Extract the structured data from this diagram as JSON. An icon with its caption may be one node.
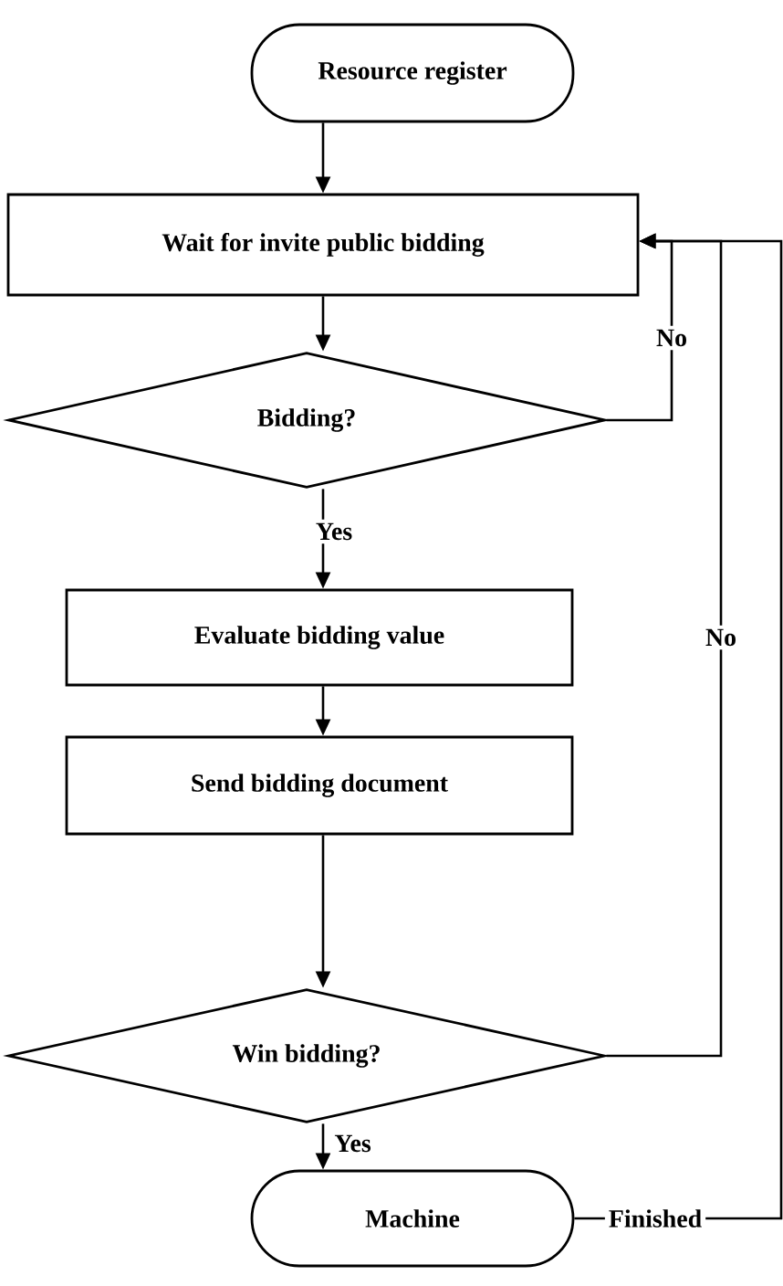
{
  "diagram": {
    "nodes": [
      {
        "text": [
          "Resource register"
        ]
      },
      {
        "text": [
          "Wait for invite public bidding"
        ]
      },
      {
        "text": [
          "Bidding?"
        ]
      },
      {
        "text": [
          "Evaluate bidding value"
        ]
      },
      {
        "text": [
          "Send bidding document"
        ]
      },
      {
        "text": [
          "Win bidding?"
        ]
      },
      {
        "text": [
          "Machine"
        ]
      }
    ],
    "edges": [
      {
        "from": 0,
        "to": 1,
        "arrow": "to"
      },
      {
        "from": 1,
        "to": 2,
        "arrow": "to"
      },
      {
        "from": 2,
        "to": 1,
        "arrow": "to",
        "label": "No"
      },
      {
        "from": 2,
        "to": 3,
        "arrow": "to",
        "label": "Yes"
      },
      {
        "from": 3,
        "to": 4,
        "arrow": "to"
      },
      {
        "from": 4,
        "to": 5,
        "arrow": "to"
      },
      {
        "from": 5,
        "to": 1,
        "arrow": "to",
        "label": "No"
      },
      {
        "from": 6,
        "to": 1,
        "arrow": "to",
        "label": "Finished"
      },
      {
        "from": 5,
        "to": 6,
        "arrow": "to",
        "label": "Yes"
      }
    ]
  }
}
